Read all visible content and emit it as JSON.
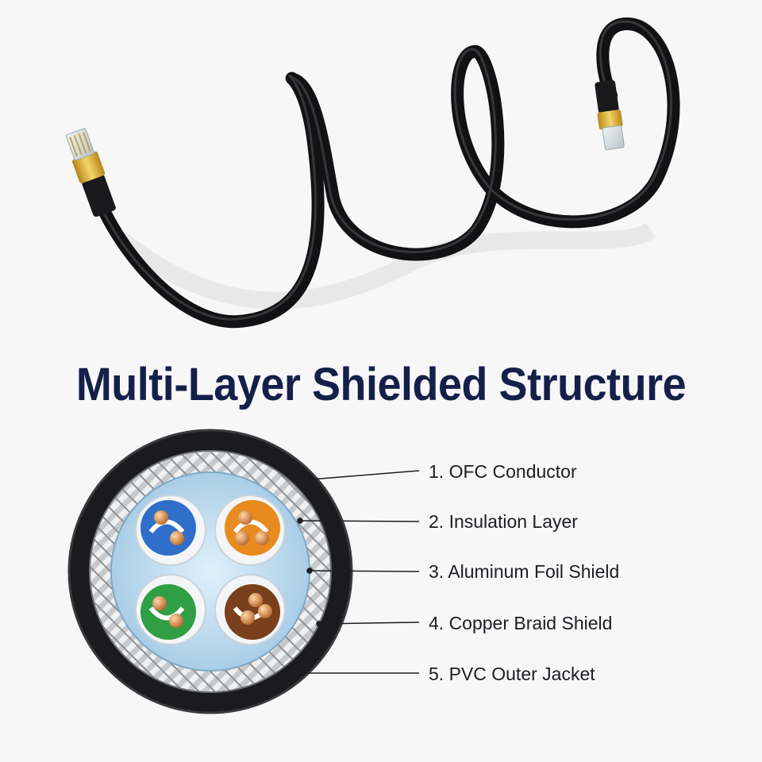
{
  "headline": "Multi-Layer Shielded Structure",
  "layers": [
    "1. OFC Conductor",
    "2. Insulation Layer",
    "3. Aluminum Foil Shield",
    "4. Copper Braid Shield",
    "5. PVC Outer Jacket"
  ],
  "colors": {
    "headline": "#14204a",
    "jacket": "#1b1b1d",
    "pair_blue": "#2f6fc9",
    "pair_orange": "#e88a1e",
    "pair_green": "#2f9e45",
    "pair_brown": "#7a3f1c",
    "copper": "#d48a4a",
    "gold_connector": "#d4a52a"
  }
}
